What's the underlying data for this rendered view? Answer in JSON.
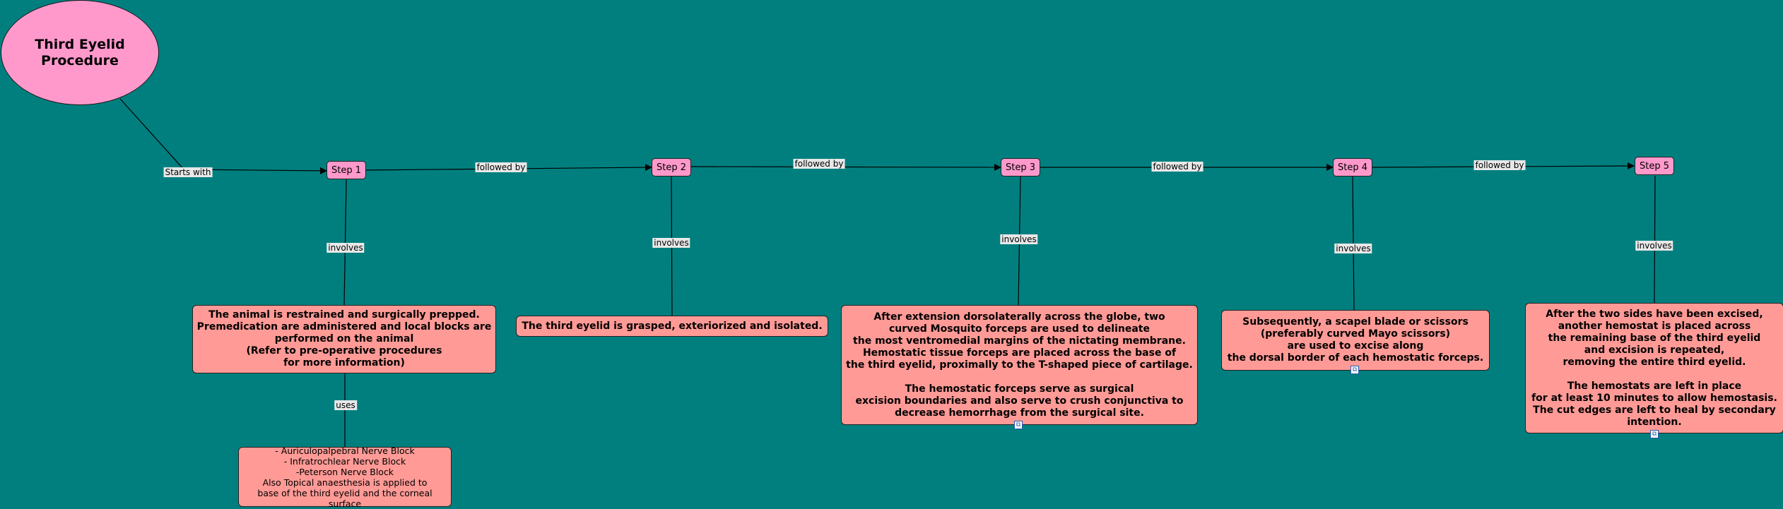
{
  "colors": {
    "background": "#017f7f",
    "node_pink": "#ff99cc",
    "box_salmon": "#ff9a96",
    "line": "#000000"
  },
  "title": "Third Eyelid\nProcedure",
  "steps": [
    "Step 1",
    "Step 2",
    "Step 3",
    "Step 4",
    "Step 5"
  ],
  "labels": {
    "starts_with": "Starts with",
    "followed_by": "followed by",
    "involves": "involves",
    "uses": "uses"
  },
  "descriptions": {
    "step1": "The animal is restrained and surgically prepped.\nPremedication are administered and local blocks are\nperformed on the animal\n(Refer to pre-operative procedures\nfor more information)",
    "step2": "The third eyelid is grasped, exteriorized and isolated.",
    "step3": "After extension dorsolaterally across the globe, two\ncurved Mosquito forceps are used to delineate\nthe most ventromedial margins of the nictating membrane.\nHemostatic tissue forceps are placed across the base of\nthe third eyelid, proximally to the T-shaped piece of cartilage.\n\nThe hemostatic forceps serve as surgical\nexcision boundaries and also serve to crush conjunctiva to\ndecrease hemorrhage from the surgical site.",
    "step4": "Subsequently, a scapel blade or scissors\n(preferably curved Mayo scissors)\nare used to excise along\nthe dorsal border of each hemostatic forceps.",
    "step5": "After the two sides have been excised,\nanother hemostat is placed across\nthe remaining base of the third eyelid\nand excision is repeated,\nremoving the entire third eyelid.\n\nThe hemostats are left in place\nfor at least 10 minutes to allow hemostasis.\nThe cut edges are left to heal by secondary\nintention.",
    "blocks": "- Auriculopalpebral Nerve Block\n- Infratrochlear Nerve Block\n-Peterson Nerve Block\nAlso Topical anaesthesia is applied to\nbase of the third eyelid and the corneal surface"
  },
  "icons": {
    "resource": "image-resource-icon"
  }
}
